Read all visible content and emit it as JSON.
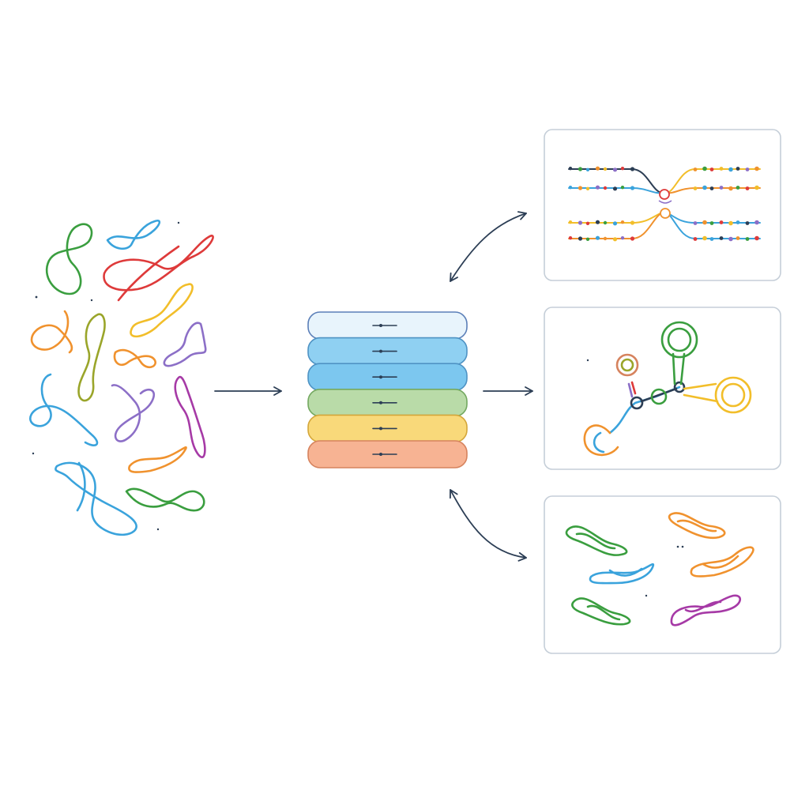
{
  "palette": {
    "green": "#3a9e3f",
    "blue": "#3aa3dc",
    "red": "#de3a3a",
    "orange": "#f0922e",
    "yellow": "#f2be2a",
    "purple": "#8c6fc7",
    "magenta": "#a63aa6",
    "olive": "#9aa52a",
    "navy": "#2c3e55",
    "frame": "#c5ced8"
  },
  "left_cluster": {
    "icon": "tangled-rna-strands",
    "strand_count": 17
  },
  "center_stack": {
    "icon": "layered-model-stack",
    "layers": [
      {
        "color": "#e8f4fc",
        "stroke": "#5b7fb8"
      },
      {
        "color": "#8fd0f2",
        "stroke": "#4f93c4"
      },
      {
        "color": "#7cc7ef",
        "stroke": "#4f93c4"
      },
      {
        "color": "#b9dba8",
        "stroke": "#73a860"
      },
      {
        "color": "#f9d97a",
        "stroke": "#d4a63a"
      },
      {
        "color": "#f7b393",
        "stroke": "#d6835e"
      }
    ]
  },
  "panels": [
    {
      "icon": "aligned-sequence-tracks"
    },
    {
      "icon": "secondary-structure-loops"
    },
    {
      "icon": "folded-strand-clusters"
    }
  ]
}
